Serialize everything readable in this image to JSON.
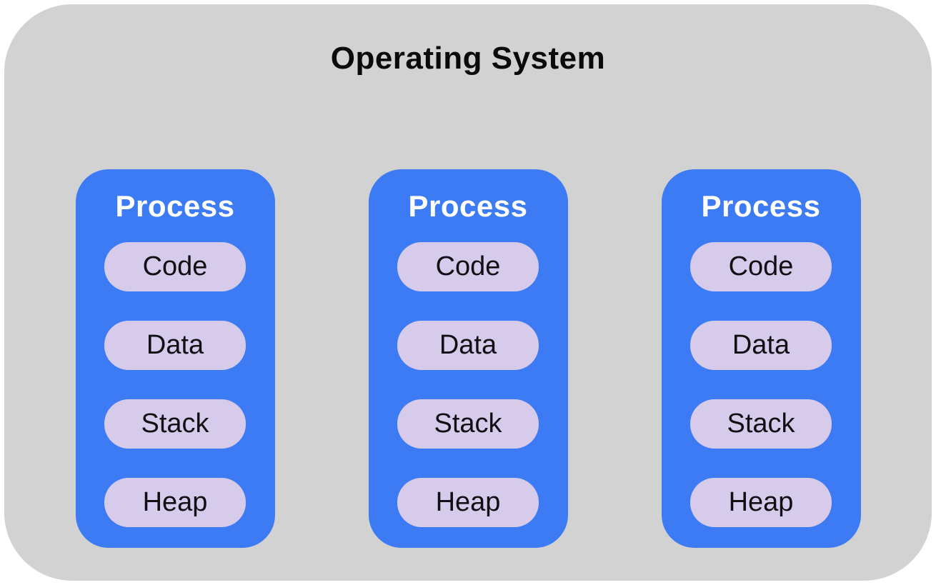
{
  "diagram": {
    "title": "Operating System",
    "processes": [
      {
        "label": "Process",
        "segments": [
          "Code",
          "Data",
          "Stack",
          "Heap"
        ]
      },
      {
        "label": "Process",
        "segments": [
          "Code",
          "Data",
          "Stack",
          "Heap"
        ]
      },
      {
        "label": "Process",
        "segments": [
          "Code",
          "Data",
          "Stack",
          "Heap"
        ]
      }
    ],
    "colors": {
      "canvas_background": "#ffffff",
      "os_container_background": "#d2d2d2",
      "process_box_background": "#3c7bf3",
      "segment_background": "#d6cbea",
      "title_text": "#0a0a0a",
      "process_label_text": "#ffffff",
      "segment_text": "#101014"
    }
  }
}
